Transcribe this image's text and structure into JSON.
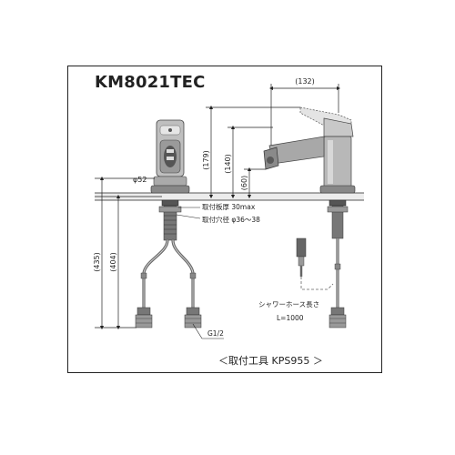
{
  "model": "KM8021TEC",
  "dimensions": {
    "spout_reach": "(132)",
    "total_height": "(179)",
    "spout_height": "(140)",
    "outlet_height": "(60)",
    "base_diameter": "φ52",
    "hose_length_435": "(435)",
    "hose_length_404": "(404)"
  },
  "notes": {
    "mount_plate": "取付板厚 30max",
    "mount_hole": "取付穴径 φ36～38",
    "shower_hose": "シャワーホース長さ",
    "shower_hose_len": "L=1000",
    "thread": "G1/2"
  },
  "tools": "＜取付工具 KPS955 ＞"
}
